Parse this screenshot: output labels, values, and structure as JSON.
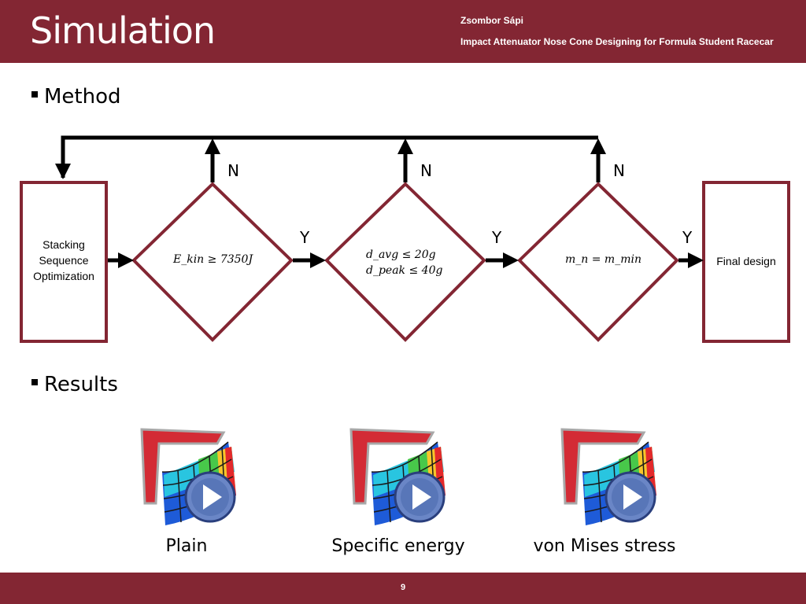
{
  "header": {
    "title": "Simulation",
    "author": "Zsombor Sápi",
    "subtitle": "Impact Attenuator Nose Cone Designing for Formula Student Racecar",
    "background": "#832633"
  },
  "sections": {
    "method": "Method",
    "results": "Results"
  },
  "flowchart": {
    "start_box_lines": [
      "Stacking",
      "Sequence",
      "Optimization"
    ],
    "end_box": "Final design",
    "conditions": [
      {
        "lines": [
          "E_kin ≥ 7350J"
        ],
        "yes": "Y",
        "no": "N"
      },
      {
        "lines": [
          "d_avg ≤ 20g",
          "d_peak ≤ 40g"
        ],
        "yes": "Y",
        "no": "N"
      },
      {
        "lines": [
          "m_n = m_min"
        ],
        "yes": "Y",
        "no": "N"
      }
    ],
    "shape_color": "#832633"
  },
  "results": {
    "videos": [
      {
        "caption": "Plain",
        "icon": "video-play-icon"
      },
      {
        "caption": "Specific energy",
        "icon": "video-play-icon"
      },
      {
        "caption": "von Mises stress",
        "icon": "video-play-icon"
      }
    ]
  },
  "footer": {
    "page_number": "9"
  }
}
